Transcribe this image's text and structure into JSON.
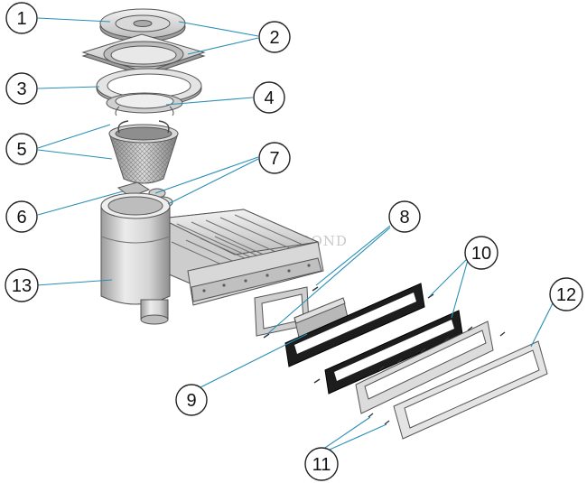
{
  "watermark": "AQUABOND",
  "callouts": [
    "1",
    "2",
    "3",
    "4",
    "5",
    "6",
    "7",
    "8",
    "9",
    "10",
    "11",
    "12",
    "13"
  ],
  "colors": {
    "leader": "#2a8fb6",
    "part_light": "#e6e6e6",
    "part_mid": "#c8c8c8",
    "part_dark": "#9a9a9a",
    "gasket": "#1c1c1c",
    "outline": "#555555"
  }
}
